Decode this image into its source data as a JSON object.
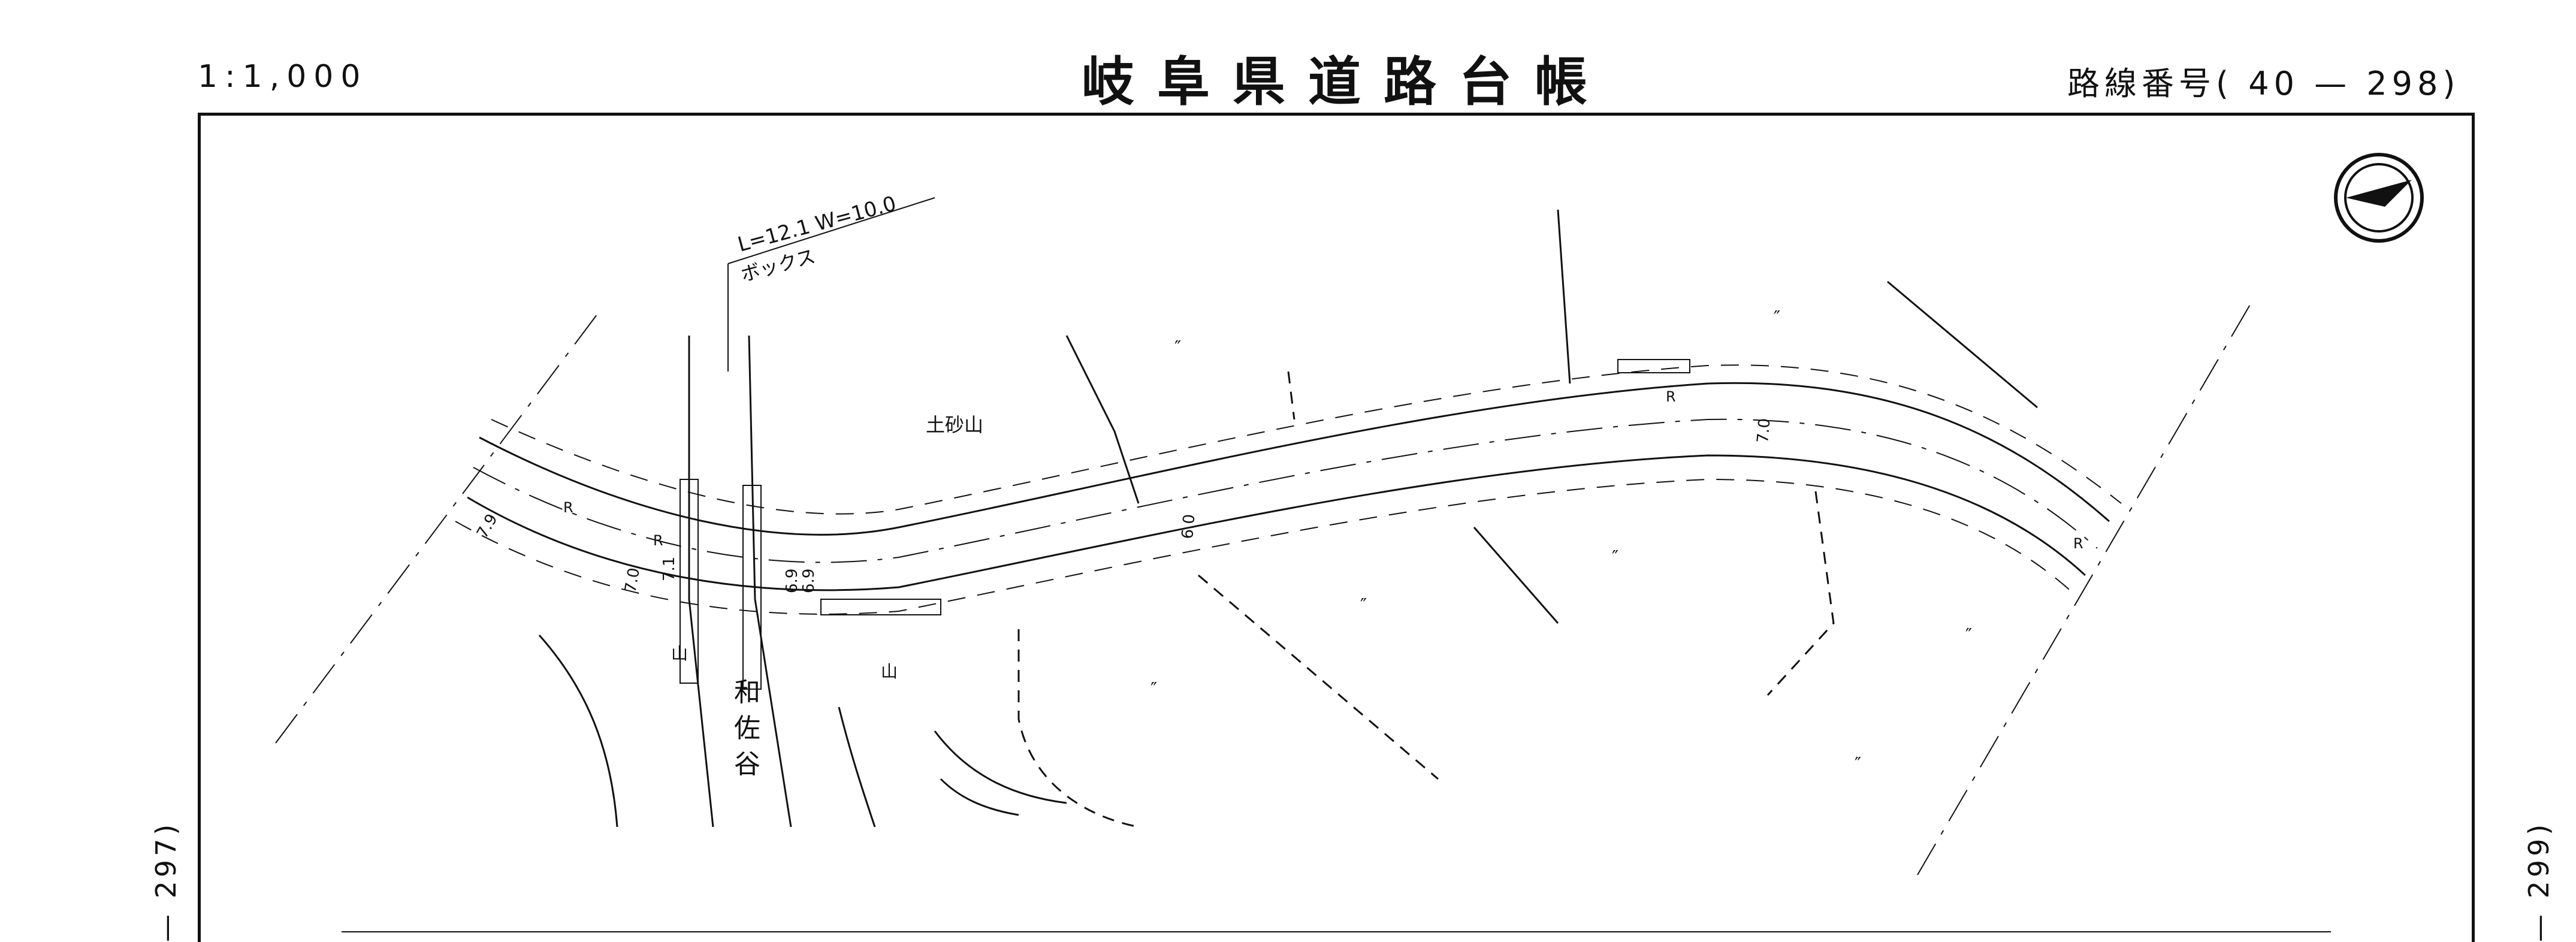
{
  "header": {
    "scale": "1:1,000",
    "title": "岐阜県道路台帳",
    "route_number": "路線番号( 40 — 298)"
  },
  "side_refs": {
    "left": "— 297)",
    "right": "— 299)"
  },
  "map_labels": {
    "box_dims": "L=12.1 W=10.0",
    "box_type": "ボックス",
    "place": "土砂山",
    "river": [
      "和",
      "佐",
      "谷"
    ],
    "widths": [
      "7.9",
      "7.0",
      "7.1",
      "6.9",
      "6.9",
      "6.0",
      "7.0"
    ],
    "curve_mark": "R",
    "field_mark": "″",
    "mountain_mark": "山"
  },
  "colors": {
    "ink": "#111111",
    "background": "#ffffff"
  }
}
